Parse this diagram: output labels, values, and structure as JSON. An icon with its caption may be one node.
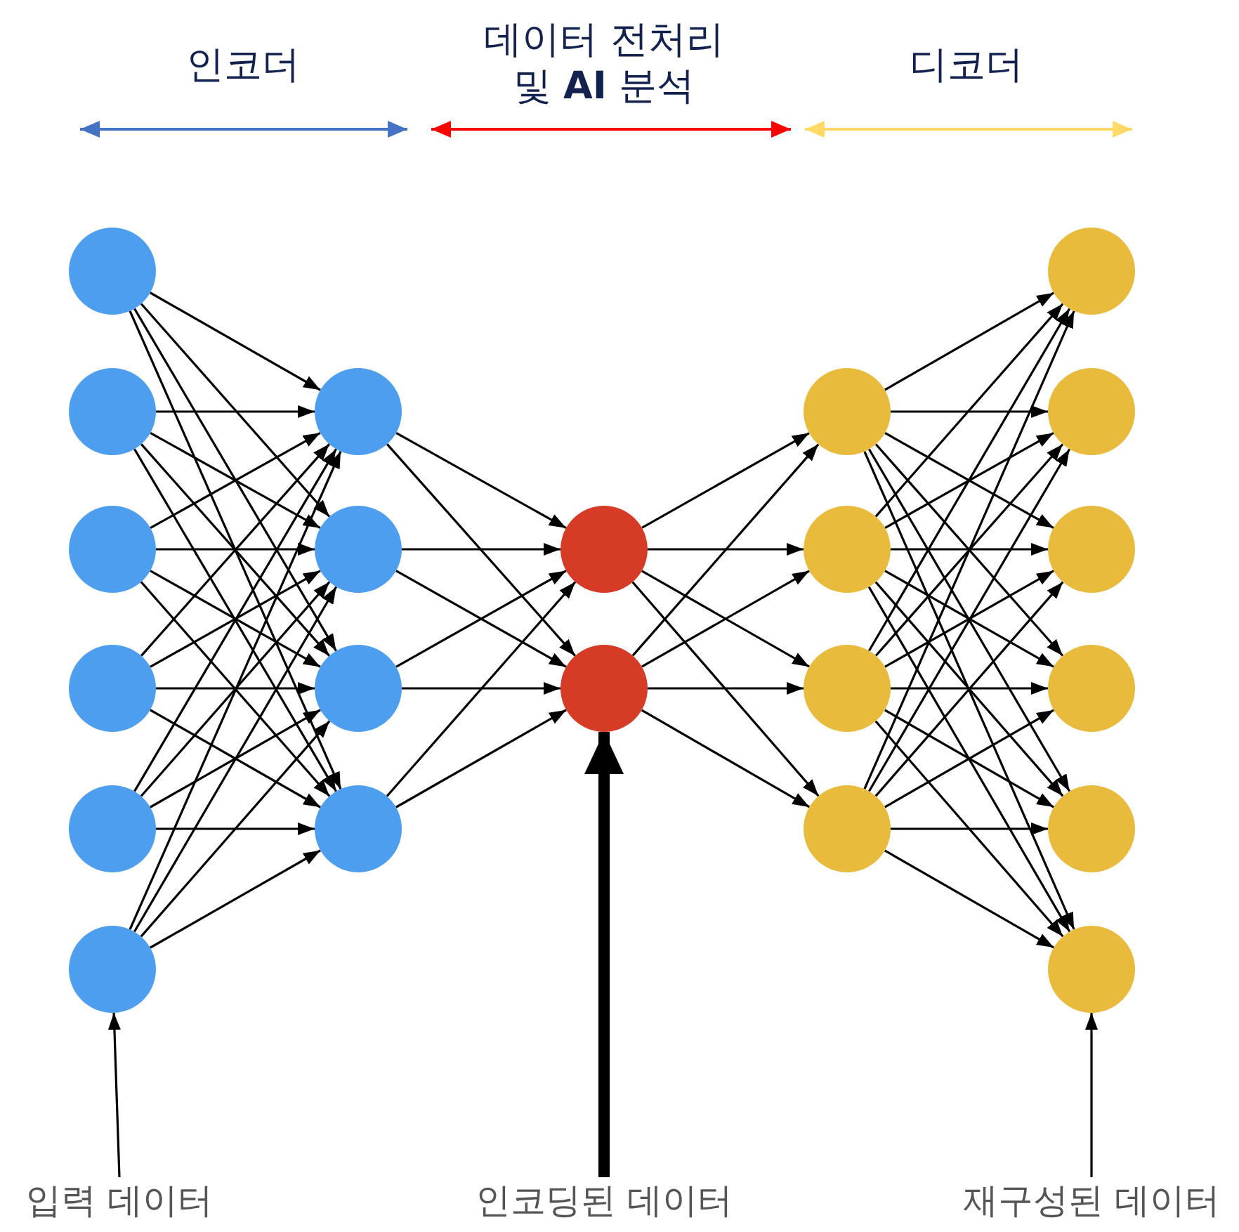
{
  "diagram": {
    "nodes": [
      {
        "text": [],
        "shape": "circle"
      },
      {
        "text": [],
        "shape": "circle"
      },
      {
        "text": [],
        "shape": "circle"
      },
      {
        "text": [],
        "shape": "circle"
      },
      {
        "text": [],
        "shape": "circle"
      },
      {
        "text": [],
        "shape": "circle"
      },
      {
        "text": [],
        "shape": "circle"
      },
      {
        "text": [],
        "shape": "circle"
      },
      {
        "text": [],
        "shape": "circle"
      },
      {
        "text": [],
        "shape": "circle"
      },
      {
        "text": [],
        "shape": "circle"
      },
      {
        "text": [],
        "shape": "circle"
      },
      {
        "text": [],
        "shape": "circle"
      },
      {
        "text": [],
        "shape": "circle"
      },
      {
        "text": [],
        "shape": "circle"
      },
      {
        "text": [],
        "shape": "circle"
      },
      {
        "text": [],
        "shape": "circle"
      },
      {
        "text": [],
        "shape": "circle"
      },
      {
        "text": [],
        "shape": "circle"
      },
      {
        "text": [],
        "shape": "circle"
      },
      {
        "text": [],
        "shape": "circle"
      },
      {
        "text": [],
        "shape": "circle"
      },
      {
        "text": [
          "입력 데이터"
        ]
      },
      {
        "text": [
          "인코딩된 데이터"
        ]
      },
      {
        "text": [
          "재구성된 데이터"
        ]
      }
    ],
    "edges": [
      {
        "from": 0,
        "to": 6,
        "arrow": "to"
      },
      {
        "from": 0,
        "to": 7,
        "arrow": "to"
      },
      {
        "from": 0,
        "to": 8,
        "arrow": "to"
      },
      {
        "from": 0,
        "to": 9,
        "arrow": "to"
      },
      {
        "from": 1,
        "to": 6,
        "arrow": "to"
      },
      {
        "from": 1,
        "to": 7,
        "arrow": "to"
      },
      {
        "from": 1,
        "to": 8,
        "arrow": "to"
      },
      {
        "from": 1,
        "to": 9,
        "arrow": "to"
      },
      {
        "from": 2,
        "to": 6,
        "arrow": "to"
      },
      {
        "from": 2,
        "to": 7,
        "arrow": "to"
      },
      {
        "from": 2,
        "to": 8,
        "arrow": "to"
      },
      {
        "from": 2,
        "to": 9,
        "arrow": "to"
      },
      {
        "from": 3,
        "to": 6,
        "arrow": "to"
      },
      {
        "from": 3,
        "to": 7,
        "arrow": "to"
      },
      {
        "from": 3,
        "to": 8,
        "arrow": "to"
      },
      {
        "from": 3,
        "to": 9,
        "arrow": "to"
      },
      {
        "from": 4,
        "to": 6,
        "arrow": "to"
      },
      {
        "from": 4,
        "to": 7,
        "arrow": "to"
      },
      {
        "from": 4,
        "to": 8,
        "arrow": "to"
      },
      {
        "from": 4,
        "to": 9,
        "arrow": "to"
      },
      {
        "from": 5,
        "to": 6,
        "arrow": "to"
      },
      {
        "from": 5,
        "to": 7,
        "arrow": "to"
      },
      {
        "from": 5,
        "to": 8,
        "arrow": "to"
      },
      {
        "from": 5,
        "to": 9,
        "arrow": "to"
      },
      {
        "from": 6,
        "to": 10,
        "arrow": "to"
      },
      {
        "from": 6,
        "to": 11,
        "arrow": "to"
      },
      {
        "from": 7,
        "to": 10,
        "arrow": "to"
      },
      {
        "from": 7,
        "to": 11,
        "arrow": "to"
      },
      {
        "from": 8,
        "to": 10,
        "arrow": "to"
      },
      {
        "from": 8,
        "to": 11,
        "arrow": "to"
      },
      {
        "from": 9,
        "to": 10,
        "arrow": "to"
      },
      {
        "from": 9,
        "to": 11,
        "arrow": "to"
      },
      {
        "from": 10,
        "to": 12,
        "arrow": "to"
      },
      {
        "from": 10,
        "to": 13,
        "arrow": "to"
      },
      {
        "from": 10,
        "to": 14,
        "arrow": "to"
      },
      {
        "from": 10,
        "to": 15,
        "arrow": "to"
      },
      {
        "from": 11,
        "to": 12,
        "arrow": "to"
      },
      {
        "from": 11,
        "to": 13,
        "arrow": "to"
      },
      {
        "from": 11,
        "to": 14,
        "arrow": "to"
      },
      {
        "from": 11,
        "to": 15,
        "arrow": "to"
      },
      {
        "from": 12,
        "to": 16,
        "arrow": "to"
      },
      {
        "from": 12,
        "to": 17,
        "arrow": "to"
      },
      {
        "from": 12,
        "to": 18,
        "arrow": "to"
      },
      {
        "from": 12,
        "to": 19,
        "arrow": "to"
      },
      {
        "from": 12,
        "to": 20,
        "arrow": "to"
      },
      {
        "from": 12,
        "to": 21,
        "arrow": "to"
      },
      {
        "from": 13,
        "to": 16,
        "arrow": "to"
      },
      {
        "from": 13,
        "to": 17,
        "arrow": "to"
      },
      {
        "from": 13,
        "to": 18,
        "arrow": "to"
      },
      {
        "from": 13,
        "to": 19,
        "arrow": "to"
      },
      {
        "from": 13,
        "to": 20,
        "arrow": "to"
      },
      {
        "from": 13,
        "to": 21,
        "arrow": "to"
      },
      {
        "from": 14,
        "to": 16,
        "arrow": "to"
      },
      {
        "from": 14,
        "to": 17,
        "arrow": "to"
      },
      {
        "from": 14,
        "to": 18,
        "arrow": "to"
      },
      {
        "from": 14,
        "to": 19,
        "arrow": "to"
      },
      {
        "from": 14,
        "to": 20,
        "arrow": "to"
      },
      {
        "from": 14,
        "to": 21,
        "arrow": "to"
      },
      {
        "from": 15,
        "to": 16,
        "arrow": "to"
      },
      {
        "from": 15,
        "to": 17,
        "arrow": "to"
      },
      {
        "from": 15,
        "to": 18,
        "arrow": "to"
      },
      {
        "from": 15,
        "to": 19,
        "arrow": "to"
      },
      {
        "from": 15,
        "to": 20,
        "arrow": "to"
      },
      {
        "from": 15,
        "to": 21,
        "arrow": "to"
      },
      {
        "from": 22,
        "to": 5,
        "arrow": "to"
      },
      {
        "from": 23,
        "to": 11,
        "arrow": "to",
        "style": "thick"
      },
      {
        "from": 24,
        "to": 21,
        "arrow": "to"
      }
    ],
    "labels": [
      "인코더",
      "데이터 전처리 및 **AI** 분석",
      "디코더"
    ]
  }
}
